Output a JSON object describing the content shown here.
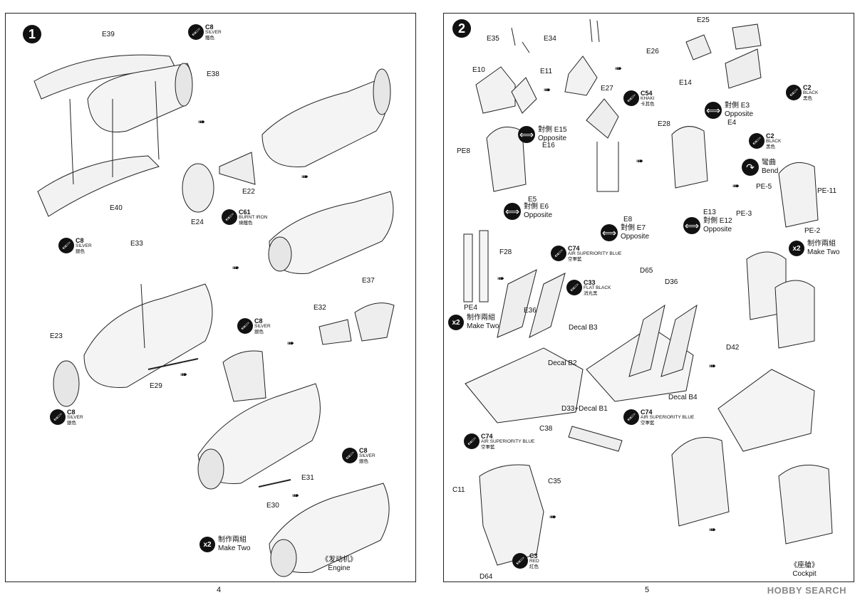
{
  "left_page": {
    "step": "1",
    "page_number": "4",
    "section_cn": "《发动机》",
    "section_en": "Engine",
    "make_two": {
      "badge": "x2",
      "cn": "制作兩組",
      "en": "Make Two"
    },
    "part_labels": [
      "E39",
      "E38",
      "E40",
      "E22",
      "E24",
      "E33",
      "E37",
      "E32",
      "E23",
      "E29",
      "E31",
      "E30"
    ],
    "paints": [
      {
        "code": "C8",
        "en": "SILVER",
        "cn": "鐵色"
      },
      {
        "code": "C61",
        "en": "BURNT IRON",
        "cn": "燒鐵色"
      },
      {
        "code": "C8",
        "en": "SILVER",
        "cn": "銀色"
      },
      {
        "code": "C8",
        "en": "SILVER",
        "cn": "銀色"
      },
      {
        "code": "C8",
        "en": "SILVER",
        "cn": "銀色"
      },
      {
        "code": "C8",
        "en": "SILVER",
        "cn": "銀色"
      }
    ]
  },
  "right_page": {
    "step": "2",
    "page_number": "5",
    "section_cn": "《座艙》",
    "section_en": "Cockpit",
    "part_labels": [
      "E35",
      "E34",
      "E25",
      "E26",
      "E10",
      "E11",
      "E14",
      "E27",
      "E28",
      "E4",
      "PE8",
      "E16",
      "E5",
      "E8",
      "PE-5",
      "PE-11",
      "PE-3",
      "E13",
      "PE-2",
      "F28",
      "PE4",
      "E36",
      "D65",
      "D36",
      "Decal B3",
      "Decal B2",
      "Decal B4",
      "D42",
      "C38",
      "D33+Decal B1",
      "C35",
      "C11",
      "D64"
    ],
    "opposites": [
      {
        "cn": "對側 E15",
        "en": "Opposite"
      },
      {
        "cn": "對側 E3",
        "en": "Opposite"
      },
      {
        "cn": "對側 E6",
        "en": "Opposite"
      },
      {
        "cn": "對側 E7",
        "en": "Opposite"
      },
      {
        "cn": "對側 E12",
        "en": "Opposite"
      }
    ],
    "bend": {
      "cn": "彎曲",
      "en": "Bend"
    },
    "make_two": {
      "badge": "x2",
      "cn": "制作兩組",
      "en": "Make Two"
    },
    "make_two_pe": {
      "badge": "x2",
      "cn": "制作兩組",
      "en": "Make Two"
    },
    "paints": [
      {
        "code": "C2",
        "en": "BLACK",
        "cn": "黑色"
      },
      {
        "code": "C54",
        "en": "KHAKI",
        "cn": "卡其色"
      },
      {
        "code": "C2",
        "en": "BLACK",
        "cn": "黑色"
      },
      {
        "code": "C74",
        "en": "AIR SUPERIORITY BLUE",
        "cn": "空軍藍"
      },
      {
        "code": "C33",
        "en": "FLAT BLACK",
        "cn": "消光黑"
      },
      {
        "code": "C74",
        "en": "AIR SUPERIORITY BLUE",
        "cn": "空軍藍"
      },
      {
        "code": "C74",
        "en": "AIR SUPERIORITY BLUE",
        "cn": "空軍藍"
      },
      {
        "code": "C3",
        "en": "RED",
        "cn": "紅色"
      }
    ]
  },
  "watermark": "HOBBY SEARCH"
}
